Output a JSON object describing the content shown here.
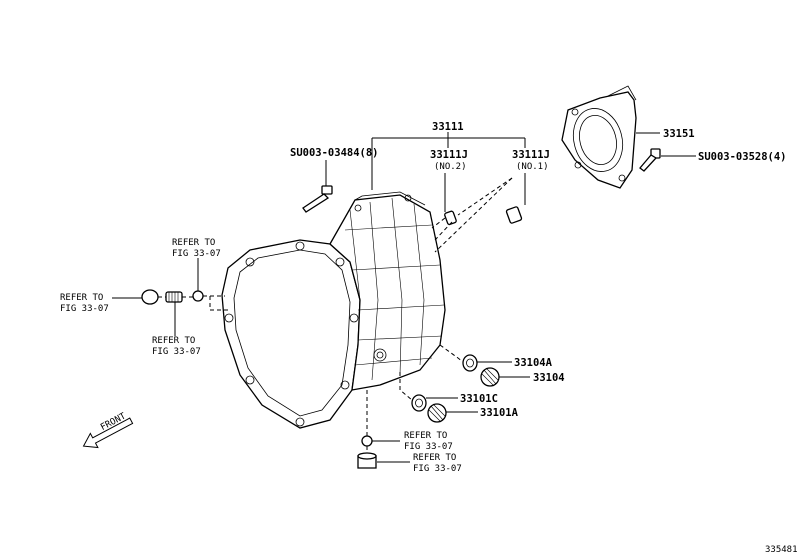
{
  "labels": {
    "p33111": "33111",
    "p33111j_a": "33111J",
    "p33111j_a_sub": "(NO.2)",
    "p33111j_b": "33111J",
    "p33111j_b_sub": "(NO.1)",
    "p33151": "33151",
    "bolt_left": "SU003-03484(8)",
    "bolt_right": "SU003-03528(4)",
    "p33104a": "33104A",
    "p33104": "33104",
    "p33101c": "33101C",
    "p33101a": "33101A",
    "front": "FRONT",
    "diagram_id": "335481"
  },
  "refer": {
    "line1": "REFER TO",
    "line2": "FIG 33-07"
  }
}
